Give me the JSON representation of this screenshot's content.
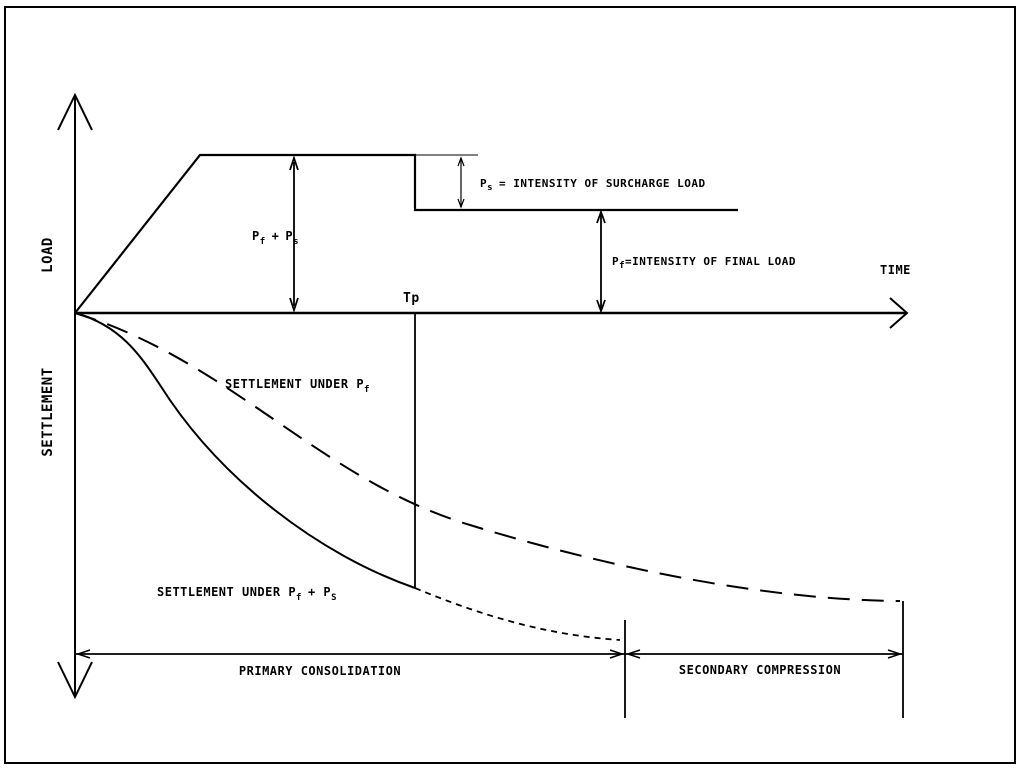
{
  "axes": {
    "load": "LOAD",
    "settlement": "SETTLEMENT",
    "time": "TIME",
    "tp": "Tp"
  },
  "labels": {
    "pf_ps": {
      "p1": "P",
      "s1": "f",
      "plus": "+",
      "p2": "P",
      "s2": "s"
    },
    "ps_def": {
      "p": "P",
      "s": "s",
      "text": "= INTENSITY OF SURCHARGE LOAD"
    },
    "pf_def": {
      "p": "P",
      "s": "f",
      "text": "=INTENSITY OF FINAL LOAD"
    },
    "settle_pf": {
      "text": "SETTLEMENT UNDER P",
      "s": "f"
    },
    "settle_pfps": {
      "text": "SETTLEMENT UNDER P",
      "s1": "f",
      "plus": "+ P",
      "s2": "S"
    }
  },
  "phases": {
    "primary": "PRIMARY CONSOLIDATION",
    "secondary": "SECONDARY COMPRESSION"
  },
  "colors": {
    "line": "#000000",
    "background": "#ffffff"
  }
}
